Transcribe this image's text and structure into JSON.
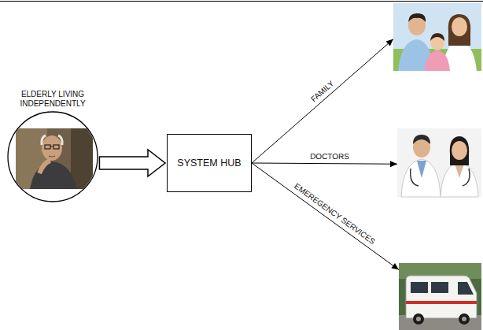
{
  "diagram": {
    "nodes": [
      {
        "text": [
          "ELDERLY LIVING INDEPENDENTLY"
        ]
      },
      {
        "text": [
          "SYSTEM HUB"
        ]
      },
      {
        "text": []
      },
      {
        "text": []
      },
      {
        "text": []
      }
    ],
    "edges": [
      {
        "from": 0,
        "to": 1,
        "arrow": "to"
      },
      {
        "from": 1,
        "to": 2,
        "label": "FAMILY",
        "arrow": "to"
      },
      {
        "from": 1,
        "to": 3,
        "label": "DOCTORS",
        "arrow": "to"
      },
      {
        "from": 1,
        "to": 4,
        "label": "EMEREGENCY SERVICES",
        "arrow": "to"
      }
    ]
  }
}
